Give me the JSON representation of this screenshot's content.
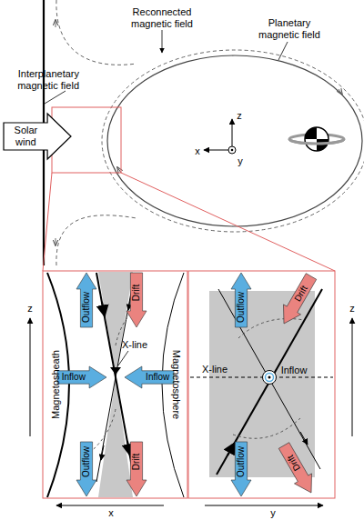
{
  "diagram": {
    "nodes": [
      {
        "text": [
          "Solar wind"
        ]
      },
      {
        "text": [
          "Outflow"
        ]
      },
      {
        "text": [
          "Drift"
        ]
      },
      {
        "text": [
          "Inflow"
        ]
      },
      {
        "text": [
          "Inflow"
        ]
      },
      {
        "text": [
          "Outflow"
        ]
      },
      {
        "text": [
          "Drift"
        ]
      },
      {
        "text": [
          "Outflow"
        ]
      },
      {
        "text": [
          "Drift"
        ]
      },
      {
        "text": [
          "Outflow"
        ]
      },
      {
        "text": [
          "Drift"
        ]
      }
    ],
    "labels": [
      "Interplanetary magnetic field",
      "Reconnected magnetic field",
      "Planetary magnetic field",
      "z",
      "x",
      "y",
      "X-line",
      "Magnetosheath",
      "Magnetosphere",
      "z",
      "x",
      "X-line",
      "Inflow",
      "z",
      "y"
    ]
  }
}
